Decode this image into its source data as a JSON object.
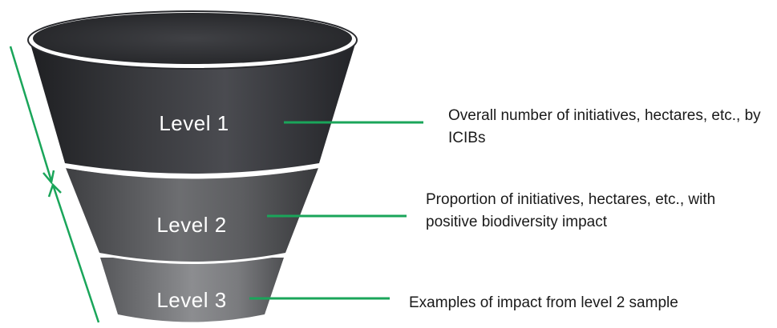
{
  "levels": [
    {
      "label": "Level 1",
      "description": "Overall number of initiatives, hectares, etc., by ICIBs"
    },
    {
      "label": "Level 2",
      "description": "Proportion of initiatives, hectares, etc., with positive biodiversity impact"
    },
    {
      "label": "Level 3",
      "description": "Examples of impact from level 2 sample"
    }
  ],
  "colors": {
    "connector": "#1aa55a",
    "funnel_dark": "#2b2c30",
    "funnel_mid": "#5a5b5e",
    "funnel_light": "#8a8b8d",
    "text": "#1a1a1a"
  }
}
